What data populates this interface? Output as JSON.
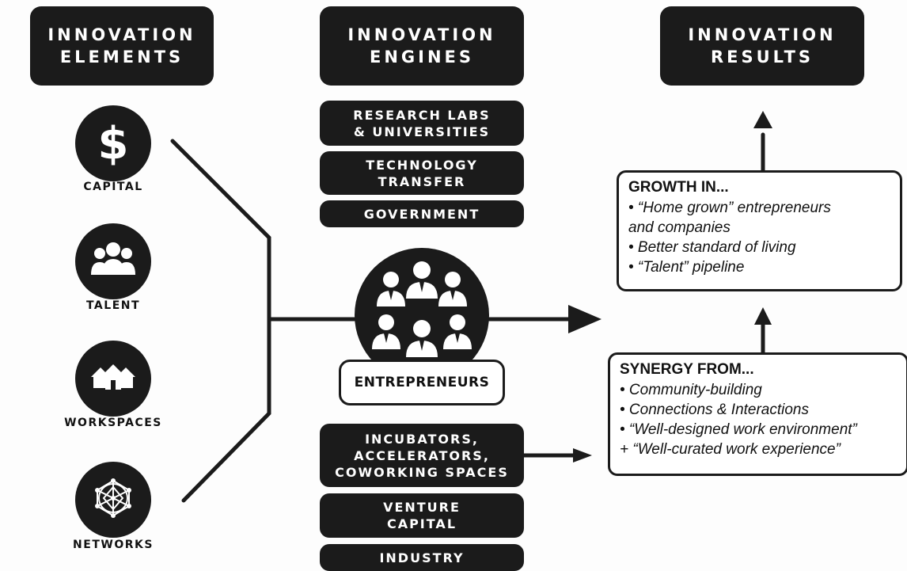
{
  "headers": {
    "elements": "INNOVATION\nELEMENTS",
    "engines": "INNOVATION\nENGINES",
    "results": "INNOVATION\nRESULTS"
  },
  "elements": [
    {
      "label": "CAPITAL",
      "icon": "dollar-icon"
    },
    {
      "label": "TALENT",
      "icon": "people-icon"
    },
    {
      "label": "WORKSPACES",
      "icon": "houses-icon"
    },
    {
      "label": "NETWORKS",
      "icon": "network-globe-icon"
    }
  ],
  "engines_top": [
    "RESEARCH LABS\n& UNIVERSITIES",
    "TECHNOLOGY\nTRANSFER",
    "GOVERNMENT"
  ],
  "entrepreneurs_label": "ENTREPRENEURS",
  "engines_bottom": [
    "INCUBATORS,\nACCELERATORS,\nCOWORKING SPACES",
    "VENTURE\nCAPITAL",
    "INDUSTRY"
  ],
  "growth": {
    "title": "GROWTH IN...",
    "items": [
      "• “Home grown” entrepreneurs\n  and companies",
      "• Better standard of living",
      "• “Talent” pipeline"
    ]
  },
  "synergy": {
    "title": "SYNERGY FROM...",
    "items": [
      "• Community-building",
      "• Connections & Interactions",
      "• “Well-designed work environment”",
      "  + “Well-curated work experience”"
    ]
  },
  "colors": {
    "dark": "#1b1b1b",
    "bg": "#fdfdfd"
  }
}
